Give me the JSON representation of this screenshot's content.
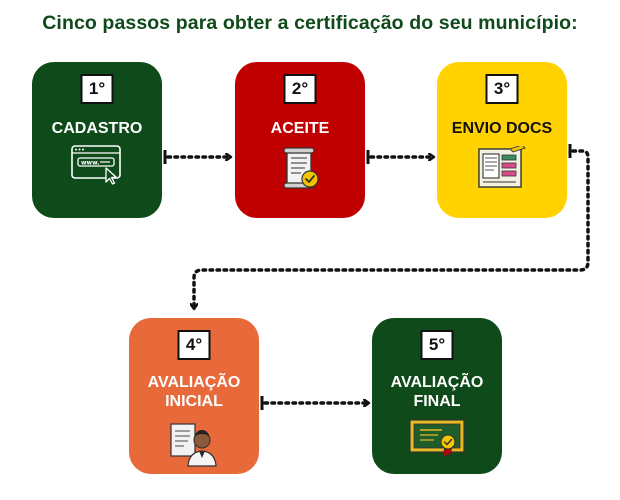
{
  "title": "Cinco passos para obter a certificação do seu município:",
  "steps": [
    {
      "number": "1°",
      "label": "CADASTRO",
      "color": "#0f4a1b",
      "icon": "browser-window-icon"
    },
    {
      "number": "2°",
      "label": "ACEITE",
      "color": "#c00000",
      "icon": "contract-scroll-icon"
    },
    {
      "number": "3°",
      "label": "ENVIO DOCS",
      "color": "#ffd200",
      "icon": "documents-board-icon"
    },
    {
      "number": "4°",
      "label": "AVALIAÇÃO\nINICIAL",
      "color": "#e8693a",
      "icon": "evaluator-person-icon"
    },
    {
      "number": "5°",
      "label": "AVALIAÇÃO\nFINAL",
      "color": "#0f4a1b",
      "icon": "certificate-icon"
    }
  ],
  "connector_color": "#111111"
}
